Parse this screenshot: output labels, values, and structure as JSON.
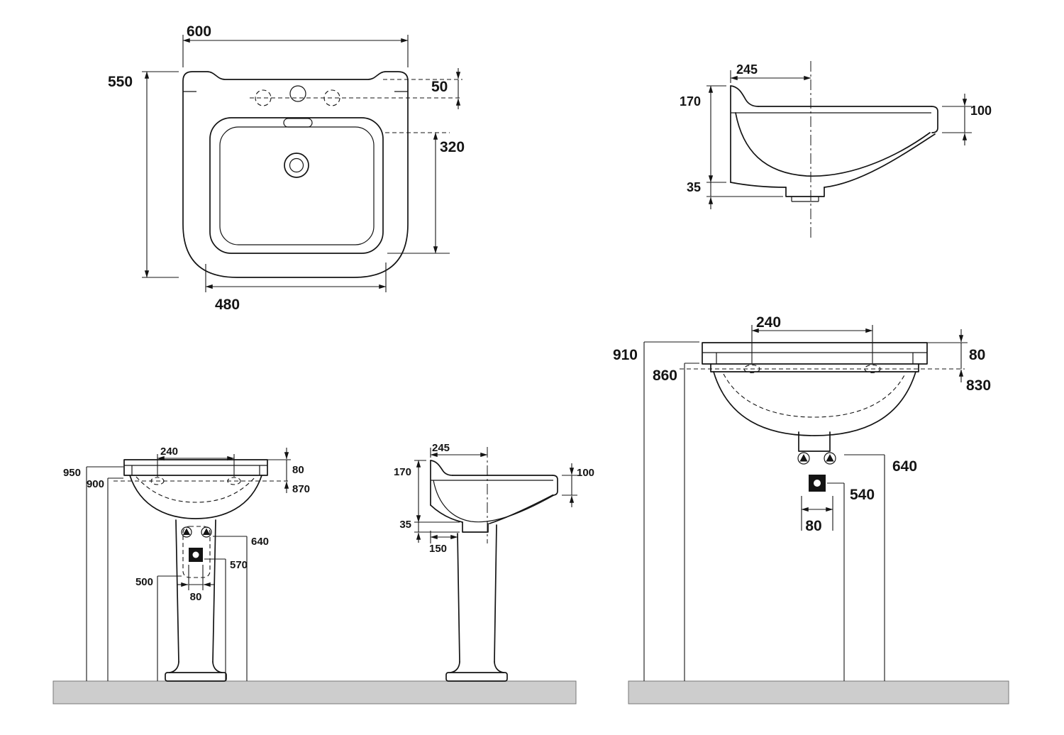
{
  "colors": {
    "line": "#141414",
    "ground": "#cdcdcd",
    "background": "#ffffff"
  },
  "views": {
    "plan": {
      "overall_width": "600",
      "overall_depth": "550",
      "tap_hole_offset": "50",
      "bowl_depth": "320",
      "bowl_width": "480"
    },
    "side_section": {
      "wall_to_drain": "245",
      "body_height": "170",
      "boss_height": "35",
      "rim_height": "100"
    },
    "front_pedestal": {
      "overall_height": "950",
      "underside_height": "900",
      "hole_spacing": "240",
      "hole_drop": "80",
      "hole_height": "870",
      "bolt_height": "640",
      "trap_height": "570",
      "pedestal_height": "500",
      "outlet_width": "80"
    },
    "side_pedestal": {
      "wall_to_drain": "245",
      "body_height": "170",
      "boss_height": "35",
      "rim_height": "100",
      "wall_clearance": "150"
    },
    "front_wall": {
      "rim_height": "910",
      "underside_height": "860",
      "hole_spacing": "240",
      "hole_drop": "80",
      "hole_height": "830",
      "bolt_height": "640",
      "outlet_height": "540",
      "outlet_width": "80"
    }
  }
}
